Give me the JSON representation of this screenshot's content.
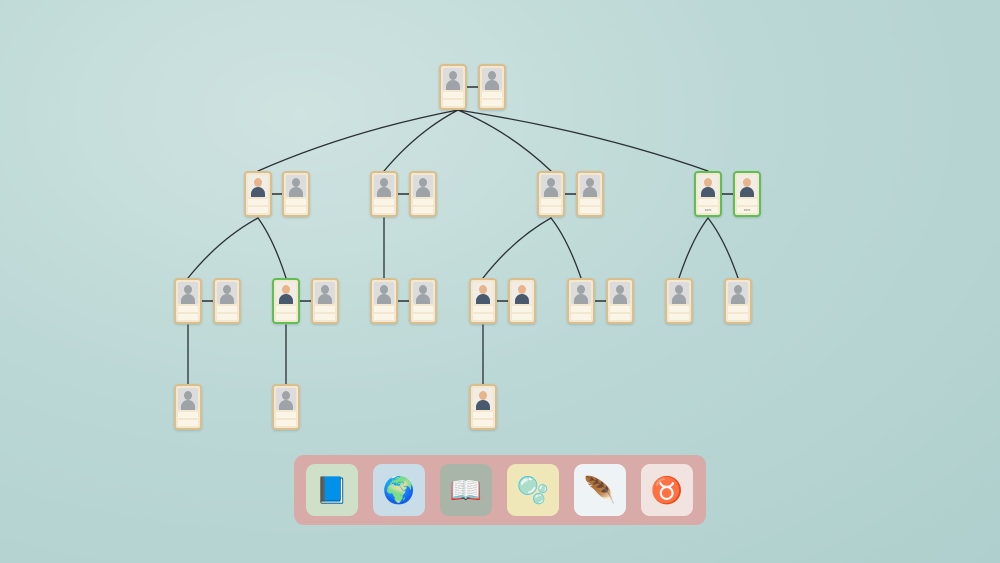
{
  "family_tree": {
    "line_color": "#2a3036",
    "highlight_color": "#5fbf52",
    "cards": [
      {
        "id": "g1a",
        "name": "",
        "year": "",
        "photo": "placeholder"
      },
      {
        "id": "g1b",
        "name": "",
        "year": "",
        "photo": "placeholder"
      },
      {
        "id": "g2a1",
        "name": "",
        "year": "",
        "photo": "portrait"
      },
      {
        "id": "g2a2",
        "name": "",
        "year": "",
        "photo": "placeholder"
      },
      {
        "id": "g2b1",
        "name": "",
        "year": "",
        "photo": "placeholder"
      },
      {
        "id": "g2b2",
        "name": "",
        "year": "",
        "photo": "placeholder"
      },
      {
        "id": "g2c1",
        "name": "",
        "year": "",
        "photo": "placeholder"
      },
      {
        "id": "g2c2",
        "name": "",
        "year": "",
        "photo": "placeholder"
      },
      {
        "id": "g2d1",
        "name": "",
        "year": "1970",
        "photo": "portrait",
        "highlight": true
      },
      {
        "id": "g2d2",
        "name": "",
        "year": "1970",
        "photo": "portrait",
        "highlight": true
      },
      {
        "id": "g3a1",
        "name": "",
        "year": "",
        "photo": "placeholder"
      },
      {
        "id": "g3a2",
        "name": "",
        "year": "",
        "photo": "placeholder"
      },
      {
        "id": "g3b1",
        "name": "",
        "year": "",
        "photo": "portrait",
        "highlight": true
      },
      {
        "id": "g3b2",
        "name": "",
        "year": "",
        "photo": "placeholder"
      },
      {
        "id": "g3c1",
        "name": "",
        "year": "",
        "photo": "placeholder"
      },
      {
        "id": "g3c2",
        "name": "",
        "year": "",
        "photo": "placeholder"
      },
      {
        "id": "g3d1",
        "name": "",
        "year": "",
        "photo": "portrait"
      },
      {
        "id": "g3d2",
        "name": "",
        "year": "",
        "photo": "portrait"
      },
      {
        "id": "g3e1",
        "name": "",
        "year": "",
        "photo": "placeholder"
      },
      {
        "id": "g3e2",
        "name": "",
        "year": "",
        "photo": "placeholder"
      },
      {
        "id": "g3f",
        "name": "",
        "year": "",
        "photo": "placeholder"
      },
      {
        "id": "g3g",
        "name": "",
        "year": "",
        "photo": "placeholder"
      },
      {
        "id": "g4a",
        "name": "",
        "year": "",
        "photo": "placeholder"
      },
      {
        "id": "g4b",
        "name": "",
        "year": "",
        "photo": "placeholder"
      },
      {
        "id": "g4c",
        "name": "",
        "year": "",
        "photo": "portrait"
      }
    ]
  },
  "dock": {
    "background": "#d8aaa8",
    "apps": [
      {
        "name": "book-app",
        "icon": "book-icon",
        "glyph": "📘",
        "bg": "#cfe0c8"
      },
      {
        "name": "globe-app",
        "icon": "globe-icon",
        "glyph": "🌍",
        "bg": "#c9dde8"
      },
      {
        "name": "open-book-app",
        "icon": "open-book-icon",
        "glyph": "📖",
        "bg": "#a8b5a8"
      },
      {
        "name": "circles-app",
        "icon": "circles-icon",
        "glyph": "🫧",
        "bg": "#efe7b8"
      },
      {
        "name": "feather-app",
        "icon": "feather-icon",
        "glyph": "🪶",
        "bg": "#eef3f6"
      },
      {
        "name": "horns-app",
        "icon": "horns-icon",
        "glyph": "♉",
        "bg": "#f1e3e0"
      }
    ]
  },
  "credit": ""
}
